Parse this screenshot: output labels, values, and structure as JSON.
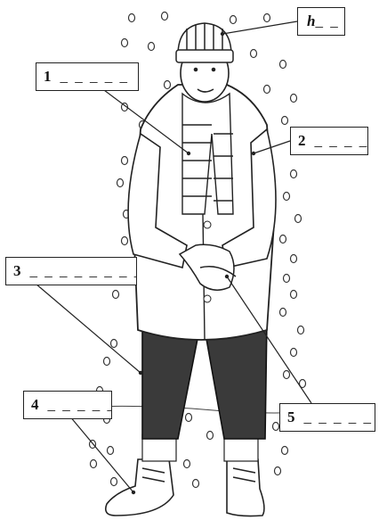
{
  "labels": [
    {
      "id": "hat",
      "number": "",
      "hint": "h",
      "blank": "_ _"
    },
    {
      "id": "scarf",
      "number": "1",
      "hint": "",
      "blank": "_ _ _ _ _"
    },
    {
      "id": "coat",
      "number": "2",
      "hint": "",
      "blank": "_ _ _ _"
    },
    {
      "id": "trousers",
      "number": "3",
      "hint": "",
      "blank": "_ _ _ _ _ _ _ _"
    },
    {
      "id": "boots",
      "number": "4",
      "hint": "",
      "blank": "_ _ _ _ _"
    },
    {
      "id": "gloves",
      "number": "5",
      "hint": "",
      "blank": "_ _ _ _ _ _"
    }
  ],
  "colors": {
    "ink": "#222222",
    "trousers": "#3a3a3a",
    "paper": "#ffffff"
  }
}
